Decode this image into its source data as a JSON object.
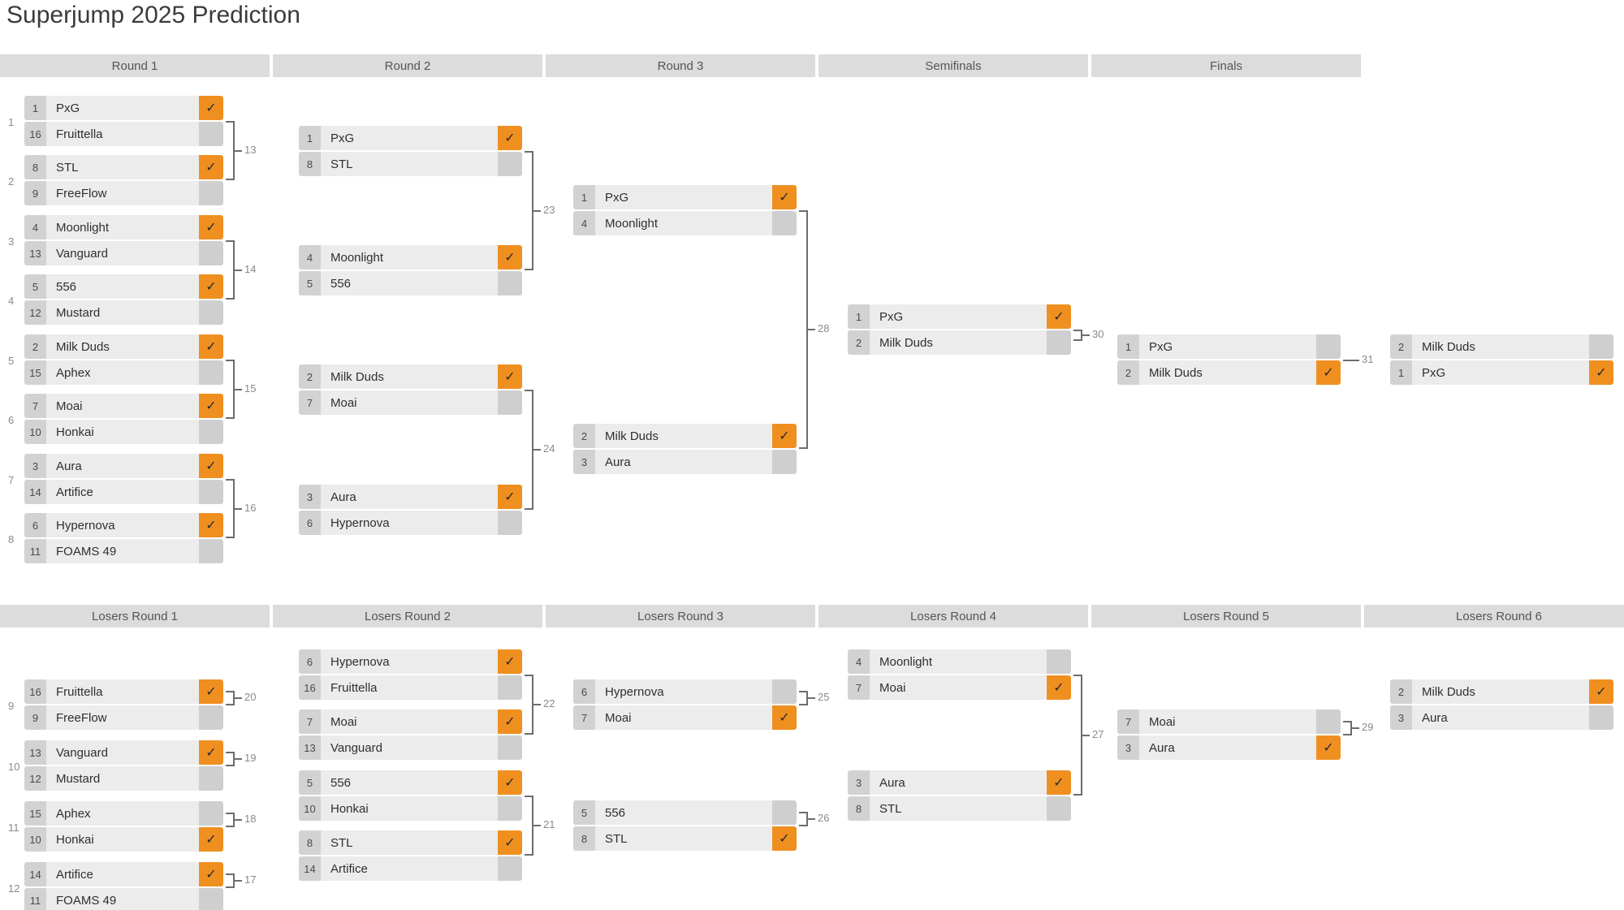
{
  "title": "Superjump 2025 Prediction",
  "winners_headers": [
    "Round 1",
    "Round 2",
    "Round 3",
    "Semifinals",
    "Finals"
  ],
  "losers_headers": [
    "Losers Round 1",
    "Losers Round 2",
    "Losers Round 3",
    "Losers Round 4",
    "Losers Round 5",
    "Losers Round 6"
  ],
  "check_glyph": "✓",
  "colors": {
    "win": "#ef8f20",
    "slot": "#ececec",
    "seed": "#d2d2d2",
    "mark": "#cfcfcf",
    "header": "#dcdcdc",
    "connector": "#6d6d6d"
  },
  "winners": {
    "round1": [
      {
        "id": "1",
        "a": {
          "seed": "1",
          "team": "PxG",
          "win": true
        },
        "b": {
          "seed": "16",
          "team": "Fruittella",
          "win": false
        }
      },
      {
        "id": "2",
        "a": {
          "seed": "8",
          "team": "STL",
          "win": true
        },
        "b": {
          "seed": "9",
          "team": "FreeFlow",
          "win": false
        }
      },
      {
        "id": "3",
        "a": {
          "seed": "4",
          "team": "Moonlight",
          "win": true
        },
        "b": {
          "seed": "13",
          "team": "Vanguard",
          "win": false
        }
      },
      {
        "id": "4",
        "a": {
          "seed": "5",
          "team": "556",
          "win": true
        },
        "b": {
          "seed": "12",
          "team": "Mustard",
          "win": false
        }
      },
      {
        "id": "5",
        "a": {
          "seed": "2",
          "team": "Milk Duds",
          "win": true
        },
        "b": {
          "seed": "15",
          "team": "Aphex",
          "win": false
        }
      },
      {
        "id": "6",
        "a": {
          "seed": "7",
          "team": "Moai",
          "win": true
        },
        "b": {
          "seed": "10",
          "team": "Honkai",
          "win": false
        }
      },
      {
        "id": "7",
        "a": {
          "seed": "3",
          "team": "Aura",
          "win": true
        },
        "b": {
          "seed": "14",
          "team": "Artifice",
          "win": false
        }
      },
      {
        "id": "8",
        "a": {
          "seed": "6",
          "team": "Hypernova",
          "win": true
        },
        "b": {
          "seed": "11",
          "team": "FOAMS 49",
          "win": false
        }
      }
    ],
    "round2": [
      {
        "id": "13",
        "a": {
          "seed": "1",
          "team": "PxG",
          "win": true
        },
        "b": {
          "seed": "8",
          "team": "STL",
          "win": false
        }
      },
      {
        "id": "14",
        "a": {
          "seed": "4",
          "team": "Moonlight",
          "win": true
        },
        "b": {
          "seed": "5",
          "team": "556",
          "win": false
        }
      },
      {
        "id": "15",
        "a": {
          "seed": "2",
          "team": "Milk Duds",
          "win": true
        },
        "b": {
          "seed": "7",
          "team": "Moai",
          "win": false
        }
      },
      {
        "id": "16",
        "a": {
          "seed": "3",
          "team": "Aura",
          "win": true
        },
        "b": {
          "seed": "6",
          "team": "Hypernova",
          "win": false
        }
      }
    ],
    "round3": [
      {
        "id": "23",
        "a": {
          "seed": "1",
          "team": "PxG",
          "win": true
        },
        "b": {
          "seed": "4",
          "team": "Moonlight",
          "win": false
        }
      },
      {
        "id": "24",
        "a": {
          "seed": "2",
          "team": "Milk Duds",
          "win": true
        },
        "b": {
          "seed": "3",
          "team": "Aura",
          "win": false
        }
      }
    ],
    "semifinals": [
      {
        "id": "28",
        "a": {
          "seed": "1",
          "team": "PxG",
          "win": true
        },
        "b": {
          "seed": "2",
          "team": "Milk Duds",
          "win": false
        }
      }
    ],
    "finals": [
      {
        "id": "30",
        "a": {
          "seed": "1",
          "team": "PxG",
          "win": false
        },
        "b": {
          "seed": "2",
          "team": "Milk Duds",
          "win": true
        }
      }
    ],
    "grandfinal": [
      {
        "id": "31",
        "a": {
          "seed": "2",
          "team": "Milk Duds",
          "win": false
        },
        "b": {
          "seed": "1",
          "team": "PxG",
          "win": true
        }
      }
    ]
  },
  "losers": {
    "round1": [
      {
        "id": "9",
        "a": {
          "seed": "16",
          "team": "Fruittella",
          "win": true
        },
        "b": {
          "seed": "9",
          "team": "FreeFlow",
          "win": false
        }
      },
      {
        "id": "10",
        "a": {
          "seed": "13",
          "team": "Vanguard",
          "win": true
        },
        "b": {
          "seed": "12",
          "team": "Mustard",
          "win": false
        }
      },
      {
        "id": "11",
        "a": {
          "seed": "15",
          "team": "Aphex",
          "win": false
        },
        "b": {
          "seed": "10",
          "team": "Honkai",
          "win": true
        }
      },
      {
        "id": "12",
        "a": {
          "seed": "14",
          "team": "Artifice",
          "win": true
        },
        "b": {
          "seed": "11",
          "team": "FOAMS 49",
          "win": false
        }
      }
    ],
    "round2": [
      {
        "id": "20",
        "a": {
          "seed": "6",
          "team": "Hypernova",
          "win": true
        },
        "b": {
          "seed": "16",
          "team": "Fruittella",
          "win": false
        }
      },
      {
        "id": "19",
        "a": {
          "seed": "7",
          "team": "Moai",
          "win": true
        },
        "b": {
          "seed": "13",
          "team": "Vanguard",
          "win": false
        }
      },
      {
        "id": "18",
        "a": {
          "seed": "5",
          "team": "556",
          "win": true
        },
        "b": {
          "seed": "10",
          "team": "Honkai",
          "win": false
        }
      },
      {
        "id": "17",
        "a": {
          "seed": "8",
          "team": "STL",
          "win": true
        },
        "b": {
          "seed": "14",
          "team": "Artifice",
          "win": false
        }
      }
    ],
    "round3": [
      {
        "id": "22",
        "a": {
          "seed": "6",
          "team": "Hypernova",
          "win": false
        },
        "b": {
          "seed": "7",
          "team": "Moai",
          "win": true
        }
      },
      {
        "id": "21",
        "a": {
          "seed": "5",
          "team": "556",
          "win": false
        },
        "b": {
          "seed": "8",
          "team": "STL",
          "win": true
        }
      }
    ],
    "round4": [
      {
        "id": "25",
        "a": {
          "seed": "4",
          "team": "Moonlight",
          "win": false
        },
        "b": {
          "seed": "7",
          "team": "Moai",
          "win": true
        }
      },
      {
        "id": "26",
        "a": {
          "seed": "3",
          "team": "Aura",
          "win": true
        },
        "b": {
          "seed": "8",
          "team": "STL",
          "win": false
        }
      }
    ],
    "round5": [
      {
        "id": "27",
        "a": {
          "seed": "7",
          "team": "Moai",
          "win": false
        },
        "b": {
          "seed": "3",
          "team": "Aura",
          "win": true
        }
      }
    ],
    "round6": [
      {
        "id": "29",
        "a": {
          "seed": "2",
          "team": "Milk Duds",
          "win": true
        },
        "b": {
          "seed": "3",
          "team": "Aura",
          "win": false
        }
      }
    ]
  }
}
